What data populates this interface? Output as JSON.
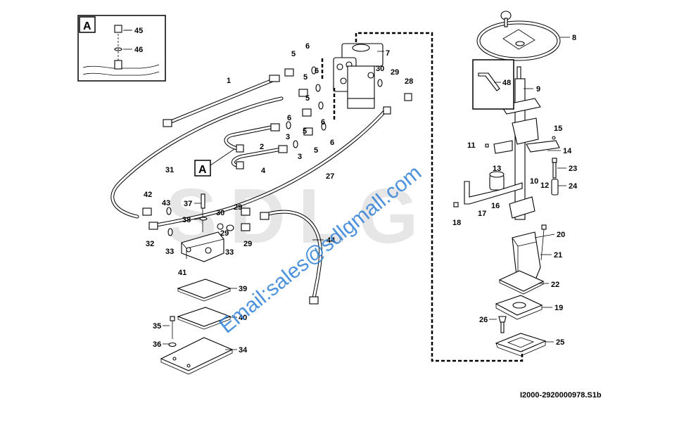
{
  "background_text": "SDLG",
  "watermark": "Email:sales@sdlgmall.com",
  "drawing_code": "I2000-2920000978.S1b",
  "detail_tag": "A",
  "callouts": {
    "c1": "1",
    "c2": "2",
    "c3a": "3",
    "c3b": "3",
    "c4": "4",
    "c5a": "5",
    "c5b": "5",
    "c5c": "5",
    "c5d": "5",
    "c6a": "6",
    "c6b": "6",
    "c6c": "6",
    "c6d": "6",
    "c7": "7",
    "c8": "8",
    "c9": "9",
    "c10": "10",
    "c11": "11",
    "c12": "12",
    "c13": "13",
    "c14": "14",
    "c15": "15",
    "c16": "16",
    "c17": "17",
    "c18": "18",
    "c19": "19",
    "c20": "20",
    "c21": "21",
    "c22": "22",
    "c23": "23",
    "c24": "24",
    "c25": "25",
    "c26": "26",
    "c27": "27",
    "c28": "28",
    "c29a": "29",
    "c29b": "29",
    "c29c": "29",
    "c30a": "30",
    "c30b": "30",
    "c31": "31",
    "c32": "32",
    "c33": "33",
    "c34": "34",
    "c35": "35",
    "c36": "36",
    "c37": "37",
    "c38": "38",
    "c39": "39",
    "c40": "40",
    "c41": "41",
    "c42": "42",
    "c43": "43",
    "c44": "44",
    "c45": "45",
    "c46": "46",
    "c48": "48"
  }
}
